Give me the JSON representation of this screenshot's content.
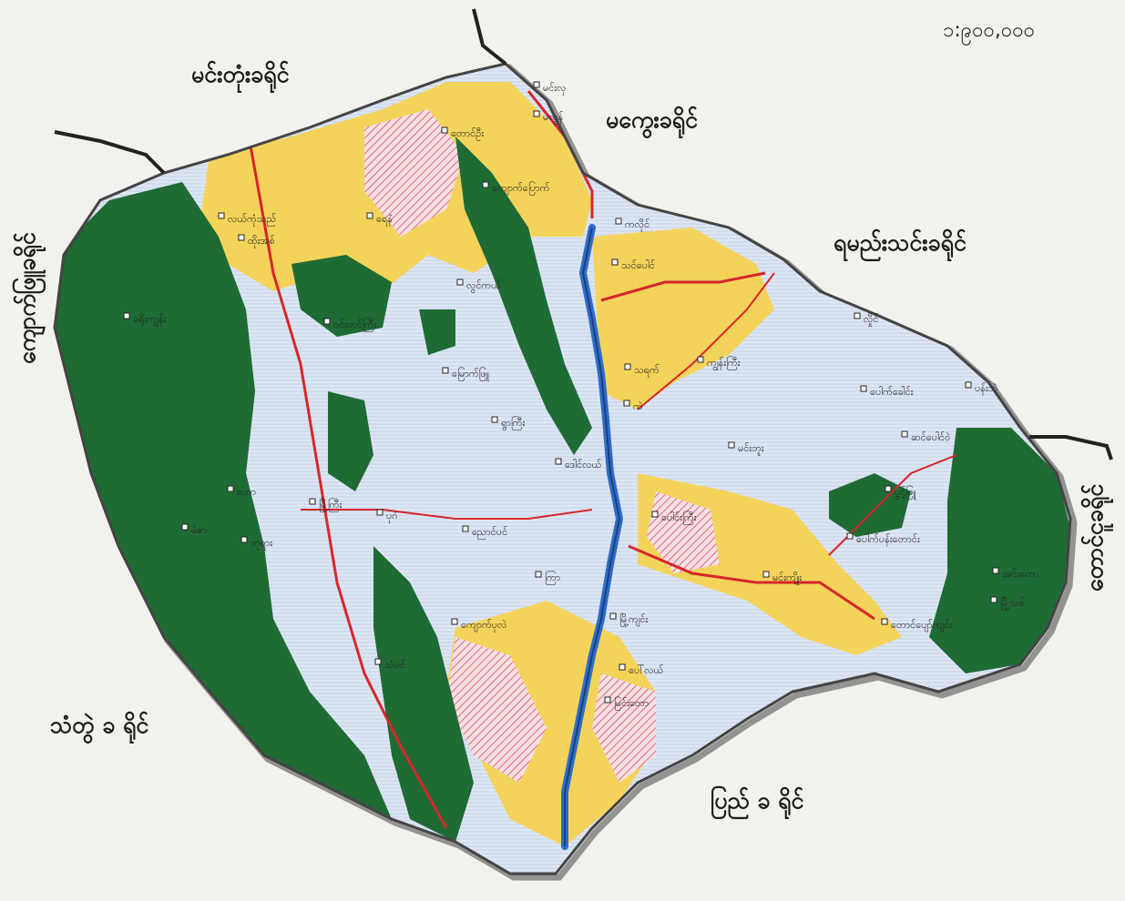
{
  "scale": "၁:၉၀၀,၀၀၀",
  "colors": {
    "forest": "#1f6b34",
    "yellow": "#f4d35a",
    "pale_blue": "#d7e2f2",
    "pink_hatch": "#e79aa8",
    "road": "#d7262b",
    "river": "#2e6cc9",
    "boundary": "#444444"
  },
  "neighboring_regions": {
    "north_west": "မင်းတုံးခရိုင်",
    "north_east": "မကွေးခရိုင်",
    "east": "ရမည်းသင်းခရိုင်",
    "south_west": "သံတွဲ ခ ရိုင်",
    "south": "ပြည် ခ ရိုင်",
    "west": "ကျောက်ဖြူခရိုင်",
    "far_east": "တောင်ငူခရိုင်"
  },
  "towns": [
    "မင်းလှ",
    "မလွန်",
    "တောင်ဦး",
    "ကျောက်ပြောက်",
    "သင်ပေါင်",
    "ရေနံ",
    "လယ်ကုံသည်",
    "ထိုးအစ်",
    "ကလိုင်",
    "ခရိုးကျွန်း",
    "လွင်ကယ်",
    "ဝင်းတင်ကြီး",
    "လှိုင်",
    "မြောက်ဖြူ",
    "သရက်",
    "ကျွန်းကြီး",
    "ကဲ",
    "ရွာကြီး",
    "ပေါက်ခေါင်း",
    "ပန်းဘဲ",
    "မင်းဘူး",
    "ဆင်ပေါင်ဝဲ",
    "ဒေါင်လယ်",
    "တော",
    "မြို့ကြီး",
    "ပုဂံ",
    "ပေါင်းကြီး",
    "ပွင့်ဖြူ",
    "မဲဇာ",
    "ဘုရား",
    "ညောင်ပင်",
    "ကြာ",
    "ပေါက်ပန်းတောင်း",
    "မင်းကျိုး",
    "အင်းတော",
    "မြို့သစ်",
    "ကျောက်ပုလဲ",
    "မြို့ကျင်း",
    "တောင်ပျော်ကျင်း",
    "သံပင်",
    "ပေါ်လယ်",
    "မြင်းတော"
  ]
}
